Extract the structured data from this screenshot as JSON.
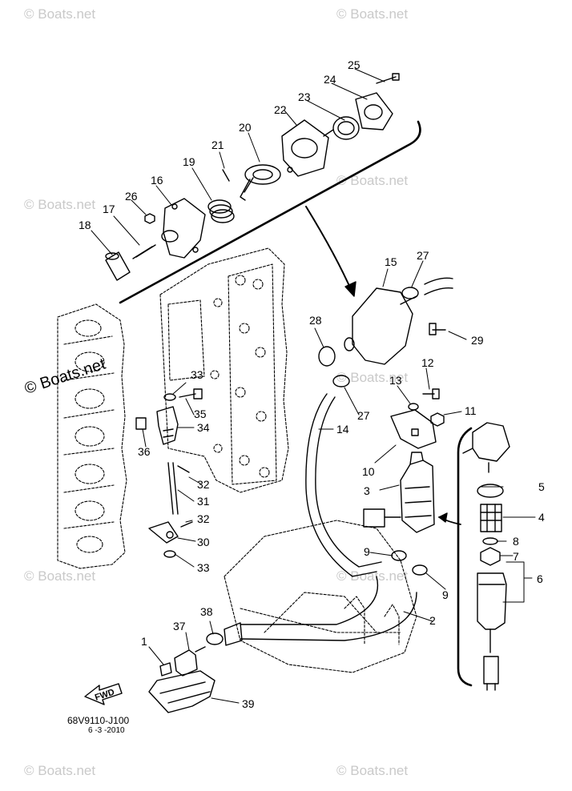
{
  "watermark": "© Boats.net",
  "diagram_code": "68V9110-J100",
  "diagram_date": "6 -3 -2010",
  "fwd_label": "FWD",
  "callouts": [
    {
      "id": "c1",
      "label": "1"
    },
    {
      "id": "c2",
      "label": "2"
    },
    {
      "id": "c3",
      "label": "3"
    },
    {
      "id": "c4",
      "label": "4"
    },
    {
      "id": "c5",
      "label": "5"
    },
    {
      "id": "c6",
      "label": "6"
    },
    {
      "id": "c7",
      "label": "7"
    },
    {
      "id": "c8",
      "label": "8"
    },
    {
      "id": "c9a",
      "label": "9"
    },
    {
      "id": "c9b",
      "label": "9"
    },
    {
      "id": "c10",
      "label": "10"
    },
    {
      "id": "c11",
      "label": "11"
    },
    {
      "id": "c12",
      "label": "12"
    },
    {
      "id": "c13",
      "label": "13"
    },
    {
      "id": "c14",
      "label": "14"
    },
    {
      "id": "c15",
      "label": "15"
    },
    {
      "id": "c16",
      "label": "16"
    },
    {
      "id": "c17",
      "label": "17"
    },
    {
      "id": "c18",
      "label": "18"
    },
    {
      "id": "c19",
      "label": "19"
    },
    {
      "id": "c20",
      "label": "20"
    },
    {
      "id": "c21",
      "label": "21"
    },
    {
      "id": "c22",
      "label": "22"
    },
    {
      "id": "c23",
      "label": "23"
    },
    {
      "id": "c24",
      "label": "24"
    },
    {
      "id": "c25",
      "label": "25"
    },
    {
      "id": "c26",
      "label": "26"
    },
    {
      "id": "c27a",
      "label": "27"
    },
    {
      "id": "c27b",
      "label": "27"
    },
    {
      "id": "c28",
      "label": "28"
    },
    {
      "id": "c29",
      "label": "29"
    },
    {
      "id": "c30",
      "label": "30"
    },
    {
      "id": "c31",
      "label": "31"
    },
    {
      "id": "c32a",
      "label": "32"
    },
    {
      "id": "c32b",
      "label": "32"
    },
    {
      "id": "c33a",
      "label": "33"
    },
    {
      "id": "c33b",
      "label": "33"
    },
    {
      "id": "c34",
      "label": "34"
    },
    {
      "id": "c35",
      "label": "35"
    },
    {
      "id": "c36",
      "label": "36"
    },
    {
      "id": "c37",
      "label": "37"
    },
    {
      "id": "c38",
      "label": "38"
    },
    {
      "id": "c39",
      "label": "39"
    }
  ]
}
